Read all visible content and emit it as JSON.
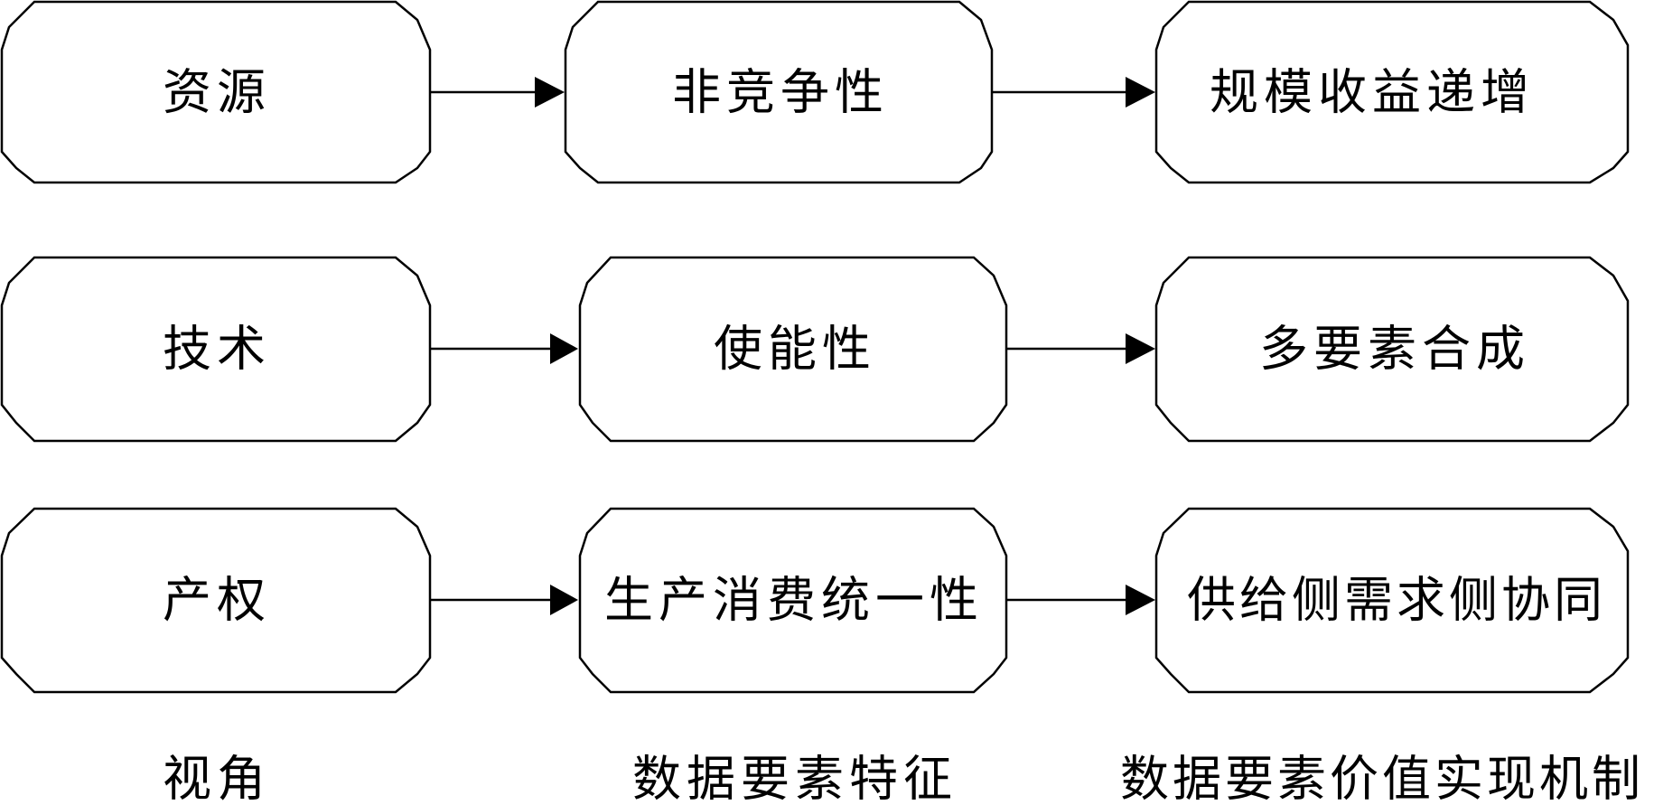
{
  "rows": [
    {
      "perspective": "资源",
      "feature": "非竞争性",
      "mechanism": "规模收益递增"
    },
    {
      "perspective": "技术",
      "feature": "使能性",
      "mechanism": "多要素合成"
    },
    {
      "perspective": "产权",
      "feature": "生产消费统一性",
      "mechanism": "供给侧需求侧协同"
    }
  ],
  "captions": {
    "perspective": "视角",
    "feature": "数据要素特征",
    "mechanism": "数据要素价值实现机制"
  },
  "colors": {
    "stroke": "#000000",
    "fill": "#ffffff",
    "text": "#000000"
  }
}
